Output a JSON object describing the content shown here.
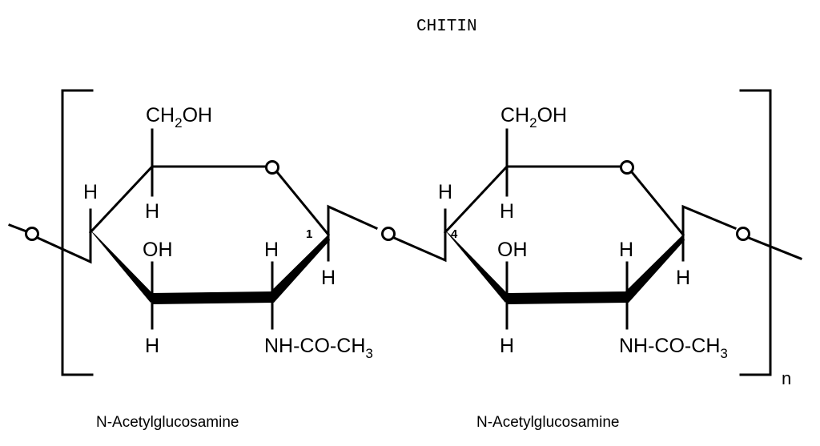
{
  "title": "CHITIN",
  "repeat_subscript": "n",
  "units": [
    {
      "ch2oh": "CH",
      "ch2oh_sub": "2",
      "ch2oh_end": "OH",
      "h_c5": "H",
      "h_c4": "H",
      "oh": "OH",
      "h_c3": "H",
      "h_c2": "H",
      "nh_group": "NH-CO-CH",
      "nh_sub": "3",
      "h_c1": "H",
      "carbon_number": "1",
      "caption": "N-Acetylglucosamine"
    },
    {
      "ch2oh": "CH",
      "ch2oh_sub": "2",
      "ch2oh_end": "OH",
      "h_c5": "H",
      "h_c4": "H",
      "oh": "OH",
      "h_c3": "H",
      "h_c2": "H",
      "nh_group": "NH-CO-CH",
      "nh_sub": "3",
      "h_c1": "H",
      "carbon_number": "4",
      "caption": "N-Acetylglucosamine"
    }
  ]
}
